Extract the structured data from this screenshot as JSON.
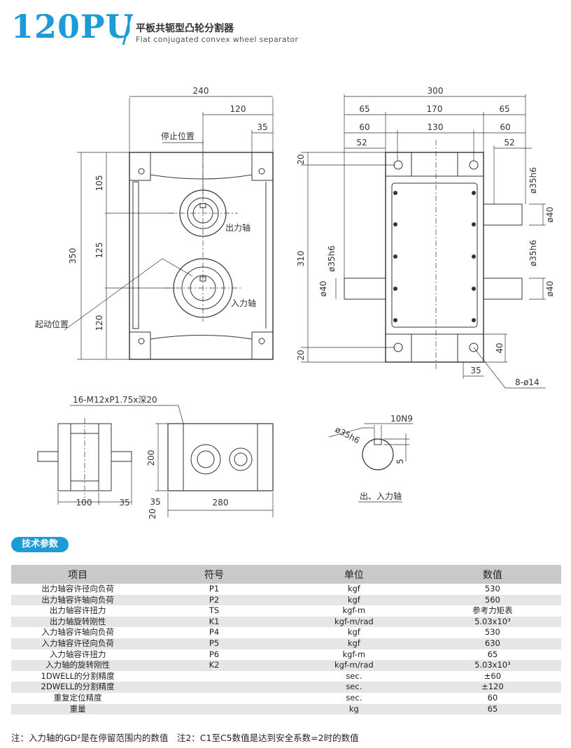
{
  "header": {
    "model": "120PU",
    "title_cn": "平板共轭型凸轮分割器",
    "title_en": "Flat conjugated convex wheel separator"
  },
  "drawing": {
    "front_view": {
      "width_total": "240",
      "width_half": "120",
      "edge": "35",
      "height_total": "350",
      "h1": "105",
      "h2": "125",
      "h3": "120",
      "stop_position": "停止位置",
      "start_position": "起动位置",
      "output_shaft": "出力轴",
      "input_shaft": "入力轴"
    },
    "side_view": {
      "width_total": "300",
      "w65_left": "65",
      "w170": "170",
      "w65_right": "65",
      "w60_left": "60",
      "w130": "130",
      "w60_right": "60",
      "w52_left": "52",
      "w52_right": "52",
      "height_310": "310",
      "top_20": "20",
      "bottom_20": "20",
      "right_40": "40",
      "bottom_35": "35",
      "holes": "8-ø14",
      "phi35h6_a": "ø35h6",
      "phi40_a": "ø40",
      "phi35h6_b": "ø35h6",
      "phi40_b": "ø40",
      "phi35h6_c": "ø35h6",
      "phi40_c": "ø40"
    },
    "bottom_views": {
      "thread_note": "16-M12xP1.75x深20",
      "d100": "100",
      "d35": "35",
      "d200": "200",
      "d35b": "35",
      "d20b": "20",
      "d280": "280"
    },
    "shaft_detail": {
      "key": "10N9",
      "diameter": "ø35h6",
      "depth": "5",
      "caption": "出、入力轴"
    }
  },
  "section_badge": "技术参数",
  "table": {
    "headers": [
      "项目",
      "符号",
      "单位",
      "数值"
    ],
    "rows": [
      [
        "出力轴容许径向负荷",
        "P1",
        "kgf",
        "530"
      ],
      [
        "出力轴容许轴向负荷",
        "P2",
        "kgf",
        "560"
      ],
      [
        "出力轴容许扭力",
        "TS",
        "kgf-m",
        "参考力矩表"
      ],
      [
        "出力轴旋转刚性",
        "K1",
        "kgf-m/rad",
        "5.03x10³"
      ],
      [
        "入力轴容许轴向负荷",
        "P4",
        "kgf",
        "530"
      ],
      [
        "入力轴容许径向负荷",
        "P5",
        "kgf",
        "630"
      ],
      [
        "入力轴容许扭力",
        "P6",
        "kgf-m",
        "65"
      ],
      [
        "入力轴的旋转刚性",
        "K2",
        "kgf-m/rad",
        "5.03x10³"
      ],
      [
        "1DWELL的分割精度",
        "",
        "sec.",
        "±60"
      ],
      [
        "2DWELL的分割精度",
        "",
        "sec.",
        "±120"
      ],
      [
        "重复定位精度",
        "",
        "sec.",
        "60"
      ],
      [
        "重量",
        "",
        "kg",
        "65"
      ]
    ]
  },
  "note": "注：入力轴的GD²是在停留范围内的数值　注2：C1至C5数值是达到安全系数=2时的数值",
  "colors": {
    "accent": "#1d9bd6",
    "table_header": "#c9c9ca",
    "row_alt": "#e6e6e7"
  }
}
